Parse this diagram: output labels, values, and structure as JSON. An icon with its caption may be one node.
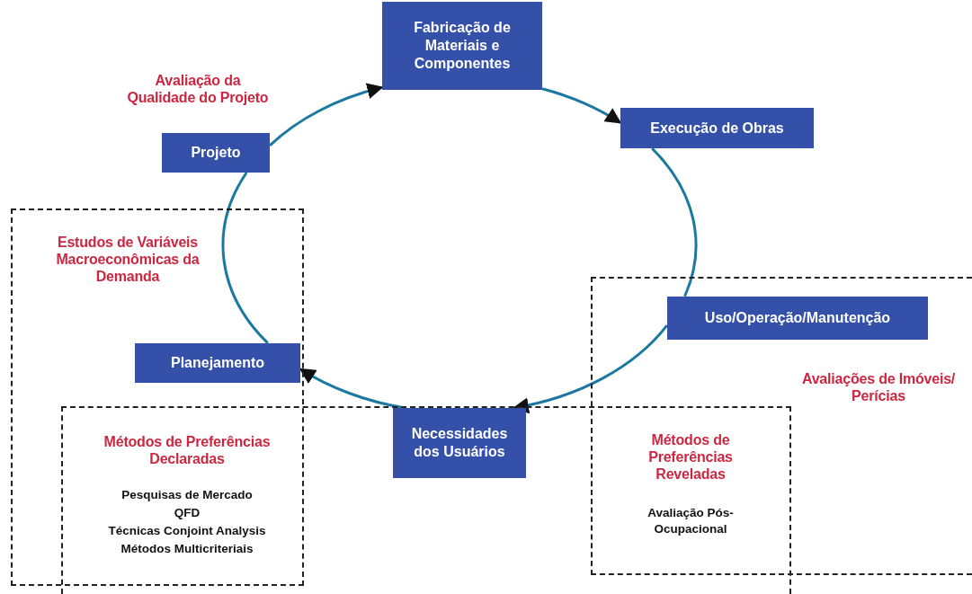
{
  "diagram": {
    "nodes": [
      {
        "text": [
          "Fabricação de Materiais e Componentes"
        ]
      },
      {
        "text": [
          "Projeto"
        ],
        "beside": [
          "Avaliação da Qualidade do Projeto"
        ]
      },
      {
        "text": [
          "Execução de Obras"
        ]
      },
      {
        "text": [
          "Estudos de Variáveis Macroeconômicas da Demanda"
        ]
      },
      {
        "text": [
          "Planejamento"
        ],
        "in": 3
      },
      {
        "text": [
          "Avaliações de Imóveis/ Perícias"
        ]
      },
      {
        "text": [
          "Uso/Operação/Manutenção"
        ],
        "in": 5
      },
      {
        "text": [],
        "shape": "box"
      },
      {
        "text": [
          "Necessidades dos Usuários"
        ],
        "in": 7
      }
    ],
    "edges": [
      {
        "from": 1,
        "to": 0,
        "arrow": "to"
      },
      {
        "from": 0,
        "to": 2,
        "arrow": "to"
      },
      {
        "from": 2,
        "to": 6,
        "arrow": "none"
      },
      {
        "from": 6,
        "to": 8,
        "arrow": "to"
      },
      {
        "from": 8,
        "to": 4,
        "arrow": "to"
      },
      {
        "from": 4,
        "to": 1,
        "arrow": "none"
      }
    ],
    "labels": [
      "Métodos de Preferências Declaradas",
      "Pesquisas de Mercado",
      "QFD",
      "Técnicas Conjoint Analysis",
      "Métodos Multicriteriais",
      "Métodos de Preferências Reveladas",
      "Avaliação Pós-Ocupacional"
    ]
  }
}
